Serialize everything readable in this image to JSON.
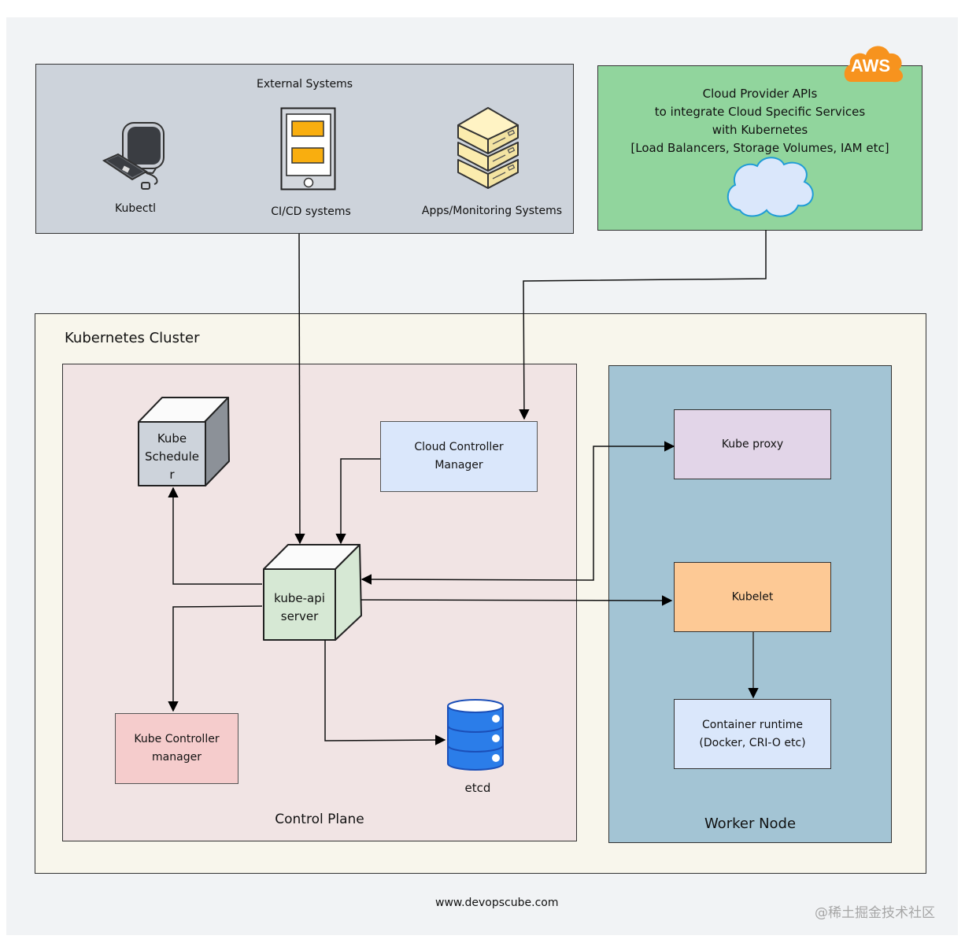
{
  "external_systems": {
    "title": "External Systems",
    "items": [
      {
        "label": "Kubectl",
        "icon": "computer-icon"
      },
      {
        "label": "CI/CD systems",
        "icon": "tablet-icon"
      },
      {
        "label": "Apps/Monitoring Systems",
        "icon": "server-stack-icon"
      }
    ]
  },
  "cloud_provider": {
    "badge": "AWS",
    "description": "Cloud Provider APIs\nto integrate Cloud Specific Services\nwith Kubernetes\n[Load Balancers, Storage Volumes, IAM etc]",
    "icon": "cloud-icon"
  },
  "cluster": {
    "title": "Kubernetes Cluster",
    "control_plane": {
      "title": "Control Plane",
      "components": {
        "scheduler": "Kube\nSchedule\nr",
        "api_server": "kube-api\nserver",
        "cloud_controller_manager": "Cloud Controller\nManager",
        "controller_manager": "Kube Controller\nmanager",
        "etcd": "etcd"
      }
    },
    "worker_node": {
      "title": "Worker Node",
      "components": {
        "kube_proxy": "Kube proxy",
        "kubelet": "Kubelet",
        "container_runtime": "Container runtime\n(Docker, CRI-O etc)"
      }
    }
  },
  "connections": [
    {
      "from": "CI/CD systems",
      "to": "kube-api server"
    },
    {
      "from": "Cloud Provider APIs",
      "to": "Cloud Controller Manager"
    },
    {
      "from": "Cloud Controller Manager",
      "to": "kube-api server"
    },
    {
      "from": "kube-api server",
      "to": "Kube Scheduler"
    },
    {
      "from": "kube-api server",
      "to": "Kube Controller manager"
    },
    {
      "from": "kube-api server",
      "to": "etcd"
    },
    {
      "from": "kube-api server",
      "to": "Kubelet"
    },
    {
      "from": "Kube proxy",
      "to": "kube-api server"
    },
    {
      "from": "kube-api server",
      "to": "Kube proxy"
    },
    {
      "from": "Kubelet",
      "to": "Container runtime"
    }
  ],
  "colors": {
    "external": "#cdd3db",
    "cloud": "#91d59d",
    "aws_orange": "#f7931e",
    "cluster": "#f8f6ec",
    "control_plane": "#f1e4e4",
    "worker_node": "#a3c4d4",
    "etcd_blue": "#2b7de9"
  },
  "footer": {
    "website": "www.devopscube.com",
    "watermark": "@稀土掘金技术社区"
  }
}
